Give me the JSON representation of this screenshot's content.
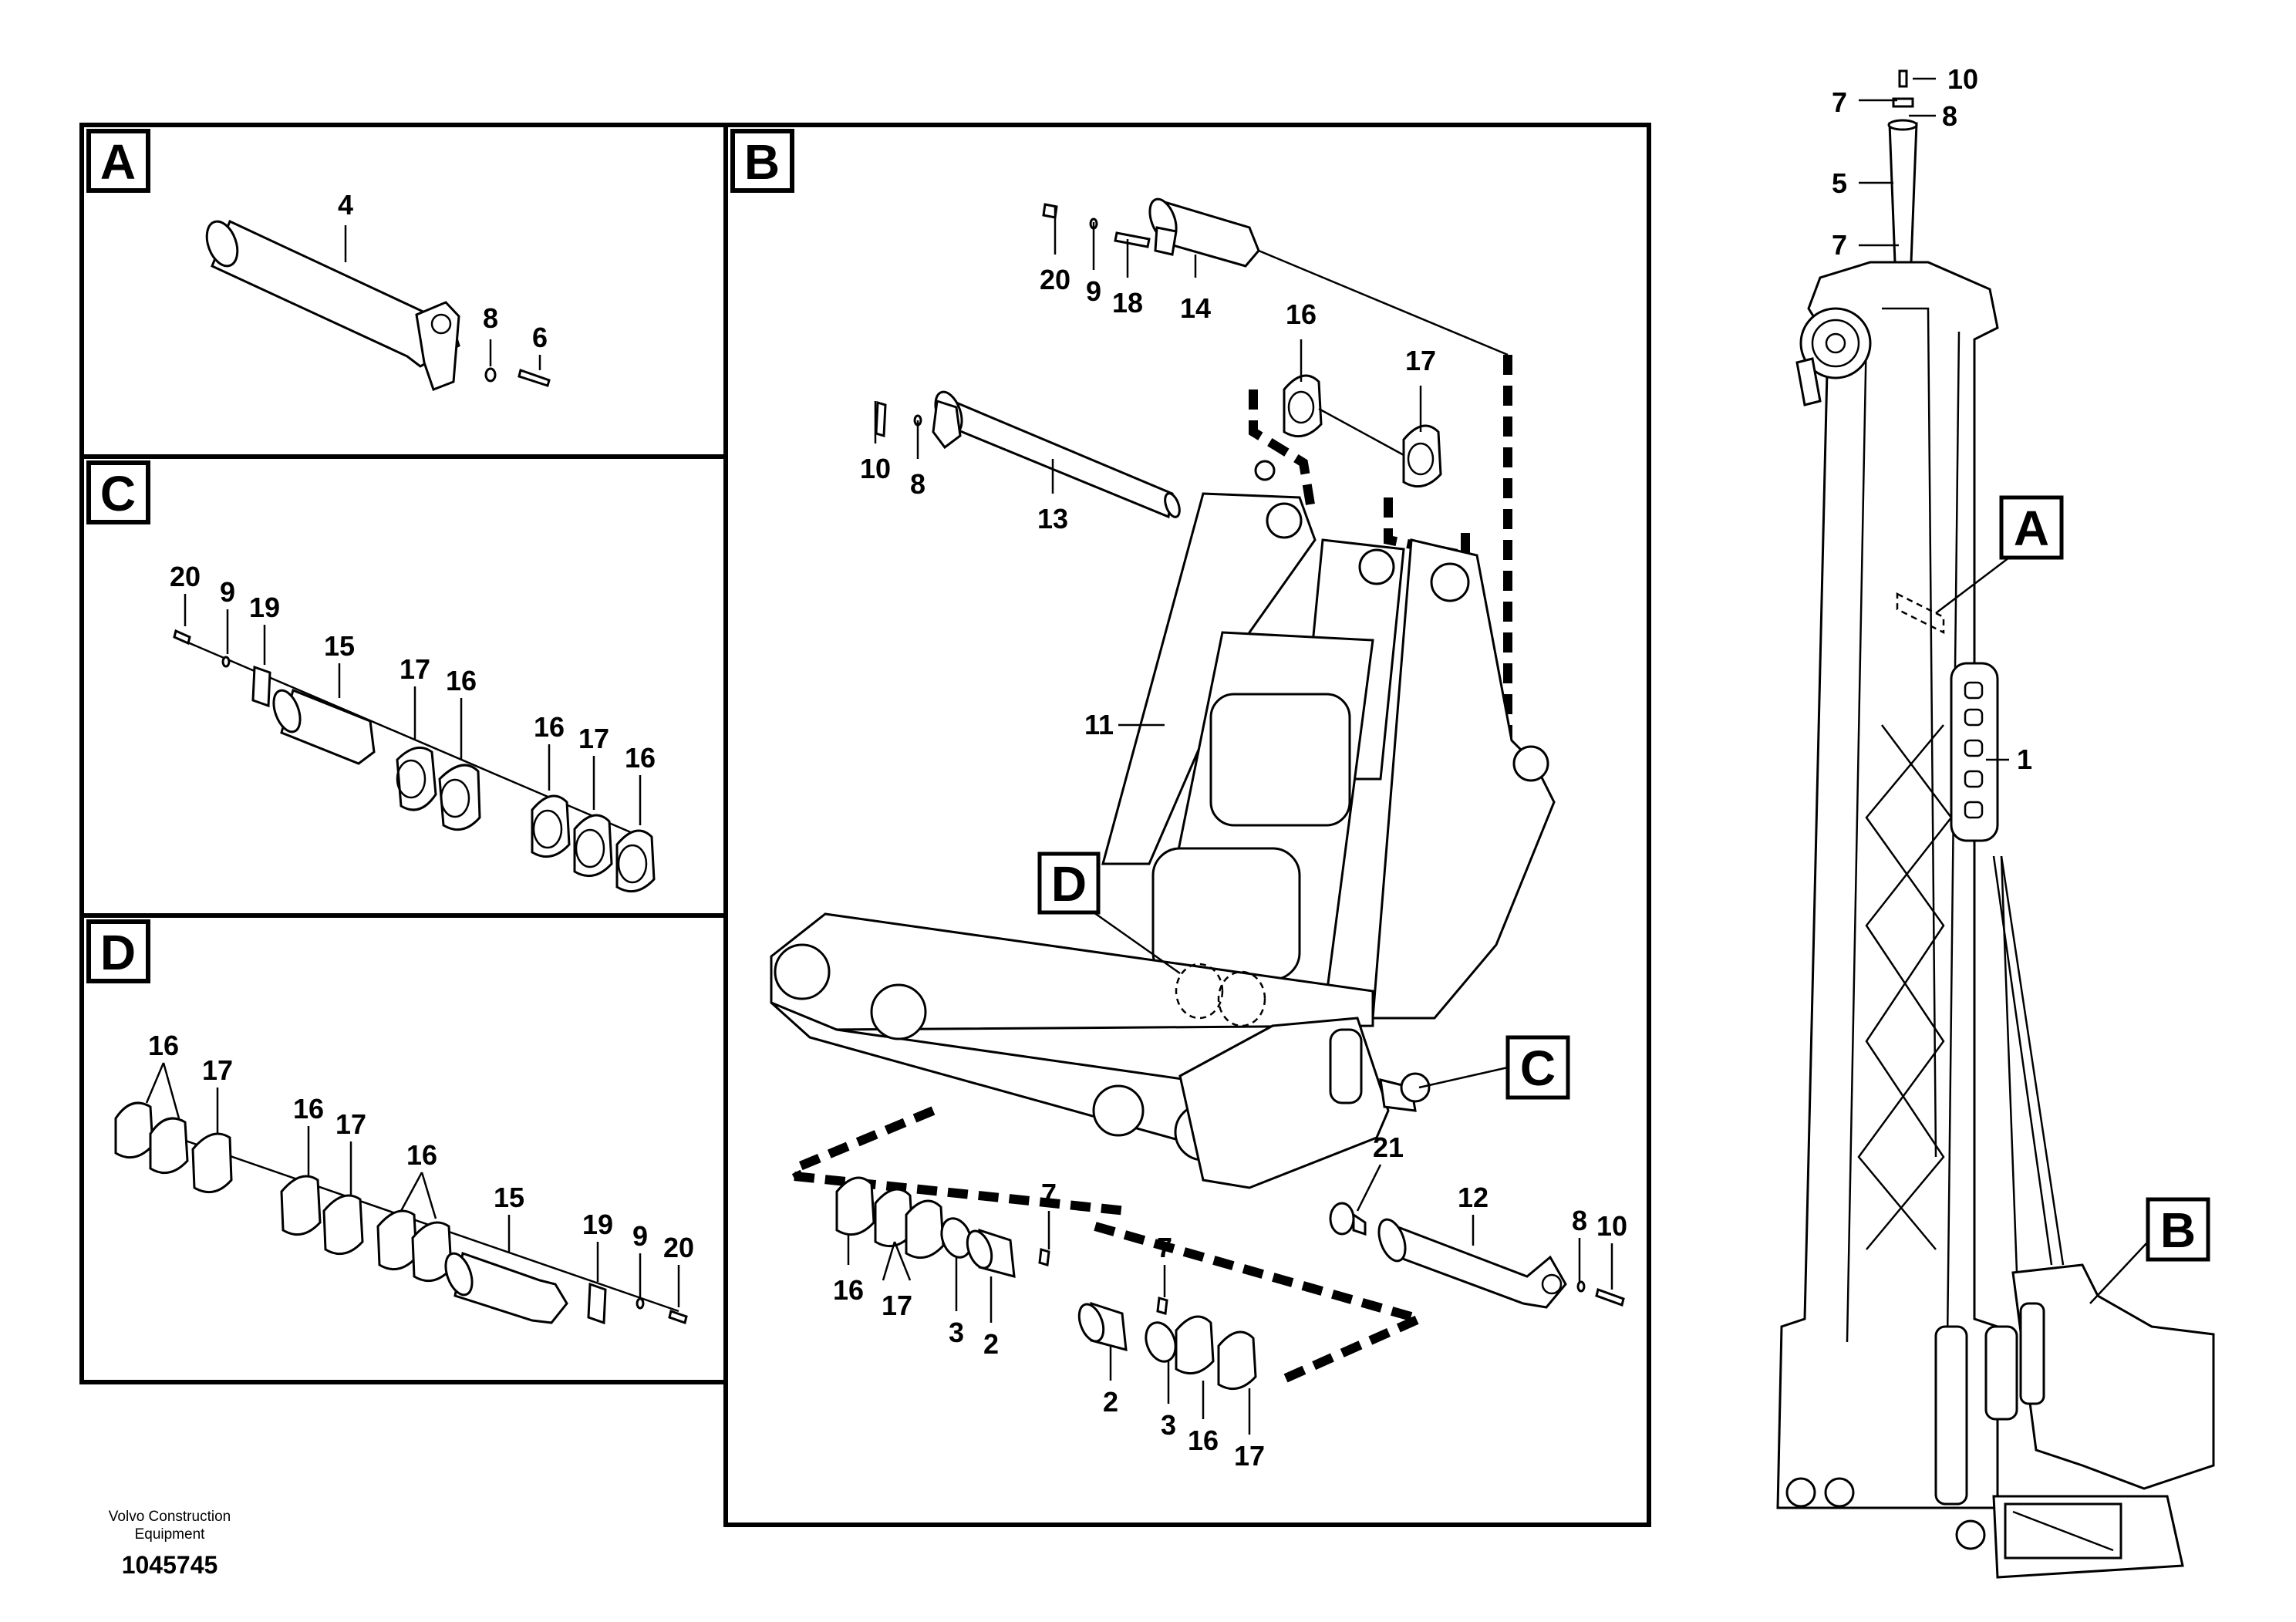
{
  "panels": {
    "a": {
      "tag": "A",
      "labels": [
        "4",
        "8",
        "6"
      ]
    },
    "b": {
      "tag": "B",
      "labels": [
        "20",
        "9",
        "18",
        "14",
        "16",
        "17",
        "10",
        "8",
        "13",
        "11",
        "7",
        "16",
        "17",
        "3",
        "2",
        "7",
        "2",
        "3",
        "16",
        "17",
        "21",
        "12",
        "8",
        "10"
      ]
    },
    "c": {
      "tag": "C",
      "labels": [
        "20",
        "9",
        "19",
        "15",
        "17",
        "16",
        "16",
        "17",
        "16"
      ]
    },
    "d": {
      "tag": "D",
      "labels": [
        "16",
        "17",
        "16",
        "17",
        "16",
        "15",
        "19",
        "9",
        "20"
      ]
    }
  },
  "callouts": {
    "d": "D",
    "c": "C",
    "a": "A",
    "b": "B"
  },
  "overview": {
    "labels": [
      "10",
      "7",
      "8",
      "5",
      "7",
      "1"
    ]
  },
  "footer": {
    "line1": "Volvo Construction",
    "line2": "Equipment",
    "number": "1045745"
  },
  "colors": {
    "ink": "#000000",
    "paper": "#ffffff"
  }
}
